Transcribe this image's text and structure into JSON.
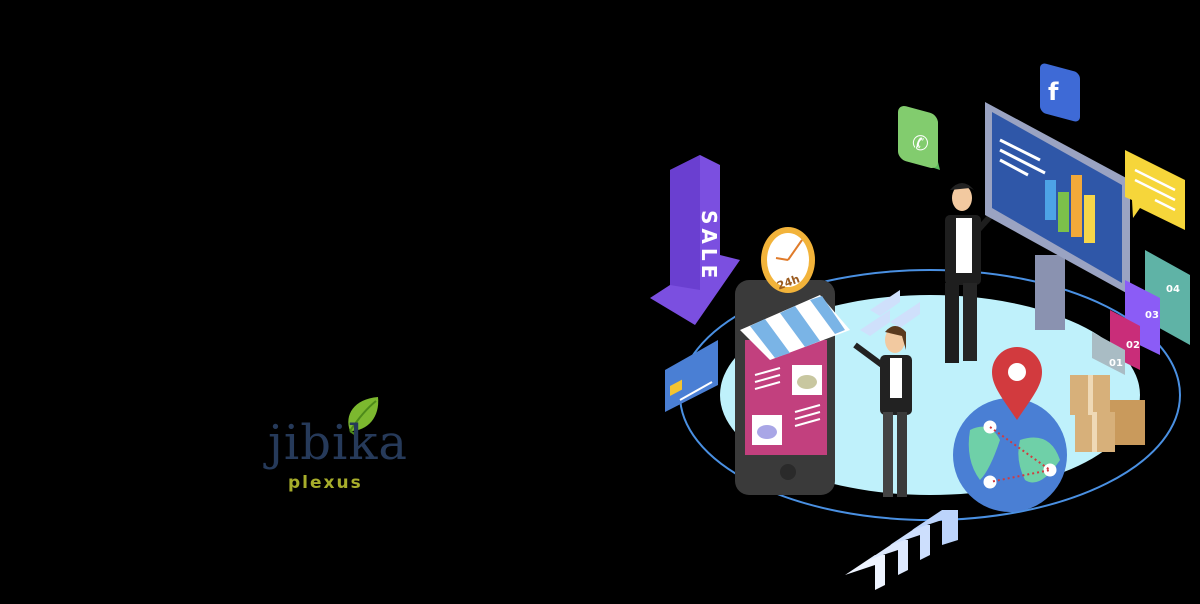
{
  "logo": {
    "word": "jibika",
    "sub": "plexus",
    "word_color": "#263a5a",
    "sub_color": "#a7ad2b",
    "leaf_color": "#7cb82f"
  },
  "illustration": {
    "sale_label": "SALE",
    "clock_label": "24h",
    "social_icon": "f",
    "steps": [
      "01",
      "02",
      "03",
      "04"
    ],
    "colors": {
      "sale": "#7b4fe0",
      "phone_screen": "#c2407e",
      "monitor_screen": "#2f57a8",
      "platform": "#bff1fb",
      "pin": "#d23a3e",
      "globe": "#4a7fd4",
      "boxes": "#d7b07a",
      "step01": "#a9bcc4",
      "step02": "#c92d79",
      "step03": "#8b5cf6",
      "step04": "#5fb3a6"
    }
  }
}
